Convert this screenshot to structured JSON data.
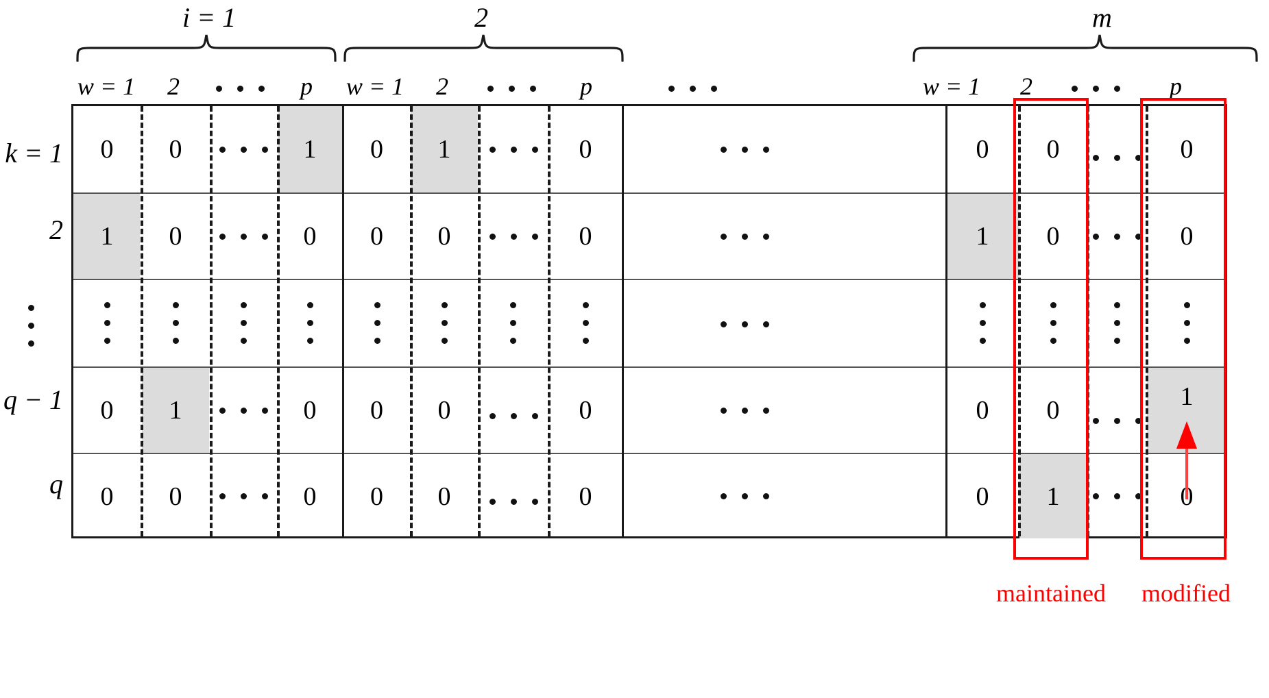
{
  "figure": {
    "type": "binary-assignment-matrix-diagram",
    "row_header_symbol": "k",
    "col_header_symbol": "w",
    "block_header_symbol": "i"
  },
  "braces": [
    {
      "label": "i = 1",
      "name": "brace-i-1"
    },
    {
      "label": "2",
      "name": "brace-i-2"
    },
    {
      "label": "m",
      "name": "brace-i-m"
    }
  ],
  "block_ellipsis": "⋯",
  "column_headers": {
    "block1": [
      "w = 1",
      "2",
      "⋯",
      "p"
    ],
    "block2": [
      "w = 1",
      "2",
      "⋯",
      "p"
    ],
    "gap": "⋯",
    "blockm": [
      "w = 1",
      "2",
      "⋯",
      "p"
    ]
  },
  "row_labels": [
    "k = 1",
    "2",
    "⋮",
    "q − 1",
    "q"
  ],
  "matrix": {
    "block1": [
      [
        "0",
        "0",
        "⋯",
        "1"
      ],
      [
        "1",
        "0",
        "⋯",
        "0"
      ],
      [
        "⋮",
        "⋮",
        "⋮",
        "⋮"
      ],
      [
        "0",
        "1",
        "⋯",
        "0"
      ],
      [
        "0",
        "0",
        "⋯",
        "0"
      ]
    ],
    "block2": [
      [
        "0",
        "1",
        "⋯",
        "0"
      ],
      [
        "0",
        "0",
        "⋯",
        "0"
      ],
      [
        "⋮",
        "⋮",
        "⋮",
        "⋮"
      ],
      [
        "0",
        "0",
        "⋯",
        "0"
      ],
      [
        "0",
        "0",
        "⋯",
        "0"
      ]
    ],
    "gap": [
      "⋯",
      "⋯",
      "⋯",
      "⋯",
      "⋯"
    ],
    "blockm": [
      [
        "0",
        "0",
        "⋯",
        "0"
      ],
      [
        "1",
        "0",
        "⋯",
        "0"
      ],
      [
        "⋮",
        "⋮",
        "⋮",
        "⋮"
      ],
      [
        "0",
        "0",
        "⋯",
        "1"
      ],
      [
        "0",
        "1",
        "⋯",
        "0"
      ]
    ]
  },
  "highlighted_cells": [
    {
      "block": "block1",
      "row": 0,
      "col": 3,
      "value": "1"
    },
    {
      "block": "block1",
      "row": 1,
      "col": 0,
      "value": "1"
    },
    {
      "block": "block1",
      "row": 3,
      "col": 1,
      "value": "1"
    },
    {
      "block": "block2",
      "row": 0,
      "col": 1,
      "value": "1"
    },
    {
      "block": "blockm",
      "row": 1,
      "col": 0,
      "value": "1"
    },
    {
      "block": "blockm",
      "row": 3,
      "col": 3,
      "value": "1"
    },
    {
      "block": "blockm",
      "row": 4,
      "col": 1,
      "value": "1"
    }
  ],
  "annotations": {
    "maintained_label": "maintained",
    "modified_label": "modified",
    "accent_color": "#ff0000",
    "highlight_color": "#dcdcdc",
    "arrow": "up-arrow"
  }
}
